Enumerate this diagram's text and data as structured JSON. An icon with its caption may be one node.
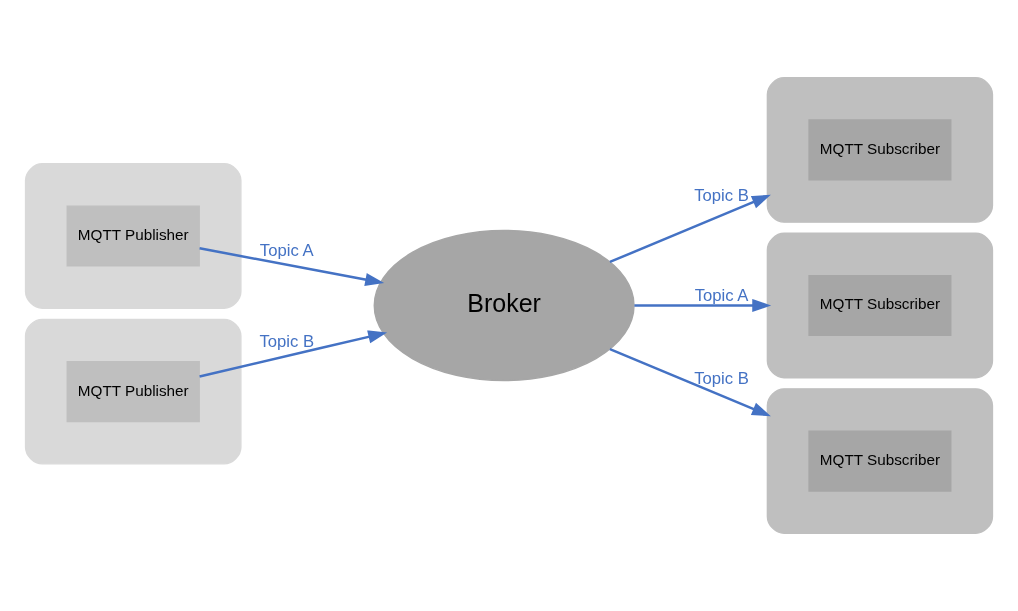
{
  "diagram": {
    "nodes": [
      {
        "text": [],
        "shape": "box"
      },
      {
        "text": [
          "MQTT Subscriber"
        ],
        "in": 0
      },
      {
        "text": [],
        "shape": "box"
      },
      {
        "text": [
          "MQTT Publisher"
        ],
        "in": 2
      },
      {
        "text": [
          "Broker"
        ]
      },
      {
        "text": [],
        "shape": "box"
      },
      {
        "text": [
          "MQTT Subscriber"
        ],
        "in": 5
      },
      {
        "text": [],
        "shape": "box"
      },
      {
        "text": [
          "MQTT Publisher"
        ],
        "in": 7
      },
      {
        "text": [],
        "shape": "box"
      },
      {
        "text": [
          "MQTT Subscriber"
        ],
        "in": 9
      }
    ],
    "edges": [
      {
        "from": 3,
        "to": 4,
        "arrow": "to",
        "label": "Topic A"
      },
      {
        "from": 8,
        "to": 4,
        "arrow": "to",
        "label": "Topic B"
      },
      {
        "from": 4,
        "to": 0,
        "arrow": "to",
        "label": "Topic B"
      },
      {
        "from": 4,
        "to": 5,
        "arrow": "to",
        "label": "Topic A"
      },
      {
        "from": 4,
        "to": 9,
        "arrow": "to",
        "label": "Topic B"
      }
    ]
  }
}
